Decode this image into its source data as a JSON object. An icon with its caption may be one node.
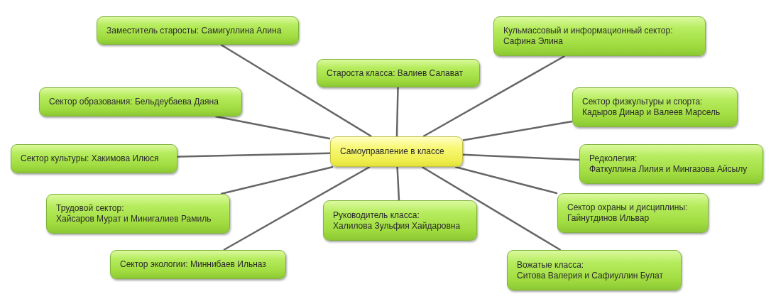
{
  "diagram": {
    "nodes": [
      {
        "text": [
          "Самоуправление в классе"
        ]
      },
      {
        "text": [
          "Заместитель старосты: Самигуллина Алина"
        ]
      },
      {
        "text": [
          "Староста класса: Валиев Салават"
        ]
      },
      {
        "text": [
          "Кульмассовый и информационный сектор: Сафина Элина"
        ]
      },
      {
        "text": [
          "Сектор образования: Бельдеубаева Даяна"
        ]
      },
      {
        "text": [
          "Сектор физкультуры и спорта: Кадыров Динар и Валеев Марсель"
        ]
      },
      {
        "text": [
          "Сектор культуры: Хакимова Илюся"
        ]
      },
      {
        "text": [
          "Редколегия: Фаткуллина Лилия и Мингазова Айсылу"
        ]
      },
      {
        "text": [
          "Трудовой сектор: Хайсаров Мурат и Минигалиев Рамиль"
        ]
      },
      {
        "text": [
          "Руководитель класса: Халилова Зульфия Хайдаровна"
        ]
      },
      {
        "text": [
          "Сектор охраны и дисциплины: Гайнутдинов Ильвар"
        ]
      },
      {
        "text": [
          "Сектор экологии: Миннибаев Ильназ"
        ]
      },
      {
        "text": [
          "Вожатые класса: Ситова Валерия и Сафиуллин Булат"
        ]
      }
    ],
    "edges": [
      {
        "from": 0,
        "to": 1,
        "arrow": "none"
      },
      {
        "from": 0,
        "to": 2,
        "arrow": "none"
      },
      {
        "from": 0,
        "to": 3,
        "arrow": "none"
      },
      {
        "from": 0,
        "to": 4,
        "arrow": "none"
      },
      {
        "from": 0,
        "to": 5,
        "arrow": "none"
      },
      {
        "from": 0,
        "to": 6,
        "arrow": "none"
      },
      {
        "from": 0,
        "to": 7,
        "arrow": "none"
      },
      {
        "from": 0,
        "to": 8,
        "arrow": "none"
      },
      {
        "from": 0,
        "to": 9,
        "arrow": "none"
      },
      {
        "from": 0,
        "to": 10,
        "arrow": "none"
      },
      {
        "from": 0,
        "to": 11,
        "arrow": "none"
      },
      {
        "from": 0,
        "to": 12,
        "arrow": "none"
      }
    ]
  }
}
